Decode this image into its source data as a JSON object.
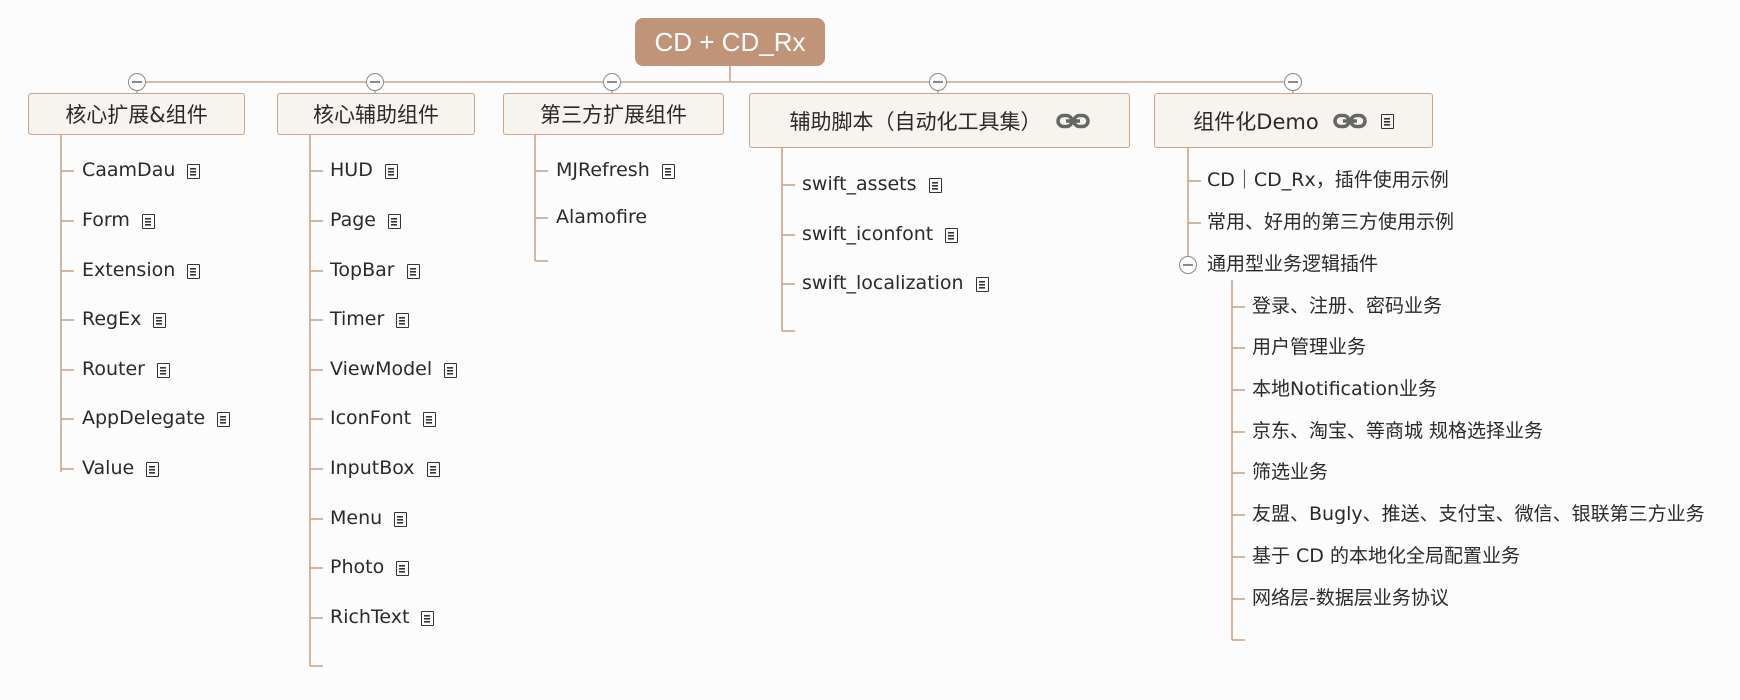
{
  "root": {
    "label": "CD + CD_Rx"
  },
  "branches": [
    {
      "label": "核心扩展&组件",
      "children": [
        "CaamDau",
        "Form",
        "Extension",
        "RegEx",
        "Router",
        "AppDelegate",
        "Value"
      ]
    },
    {
      "label": "核心辅助组件",
      "children": [
        "HUD",
        "Page",
        "TopBar",
        "Timer",
        "ViewModel",
        "IconFont",
        "InputBox",
        "Menu",
        "Photo",
        "RichText"
      ]
    },
    {
      "label": "第三方扩展组件",
      "children": [
        "MJRefresh",
        "Alamofire"
      ]
    },
    {
      "label": "辅助脚本（自动化工具集）",
      "children": [
        "swift_assets",
        "swift_iconfont",
        "swift_localization"
      ]
    },
    {
      "label": "组件化Demo",
      "children": [
        "CD｜CD_Rx，插件使用示例",
        "常用、好用的第三方使用示例",
        "通用型业务逻辑插件"
      ],
      "subchildren": [
        "登录、注册、密码业务",
        "用户管理业务",
        "本地Notification业务",
        "京东、淘宝、等商城  规格选择业务",
        "筛选业务",
        "友盟、Bugly、推送、支付宝、微信、银联第三方业务",
        "基于 CD 的本地化全局配置业务",
        "网络层-数据层业务协议"
      ]
    }
  ],
  "colors": {
    "accent": "#bf9478",
    "line": "#c9a58b",
    "branch_fill": "#f7f3ee"
  },
  "icons": {
    "note": "note-icon",
    "link": "link-icon",
    "collapse": "collapse-icon"
  }
}
